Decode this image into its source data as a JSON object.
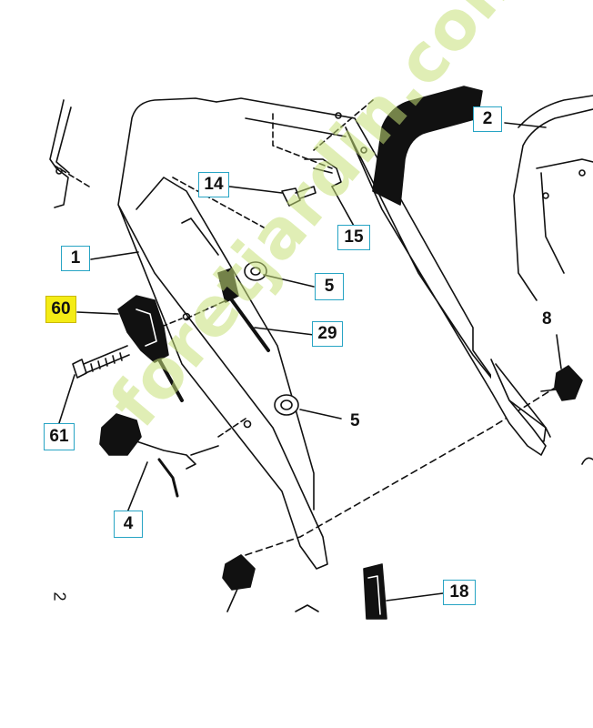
{
  "callouts": {
    "c1": "1",
    "c2": "2",
    "c14": "14",
    "c15": "15",
    "c5a": "5",
    "c29": "29",
    "c60": "60",
    "c61": "61",
    "c4": "4",
    "c18": "18"
  },
  "plain_labels": {
    "p8": "8",
    "p5b": "5"
  },
  "page_marker": "2",
  "watermark": "foretjardin.com",
  "colors": {
    "callout_border": "#27a4c4",
    "highlight": "#f4ec15",
    "watermark": "#c6e078"
  }
}
